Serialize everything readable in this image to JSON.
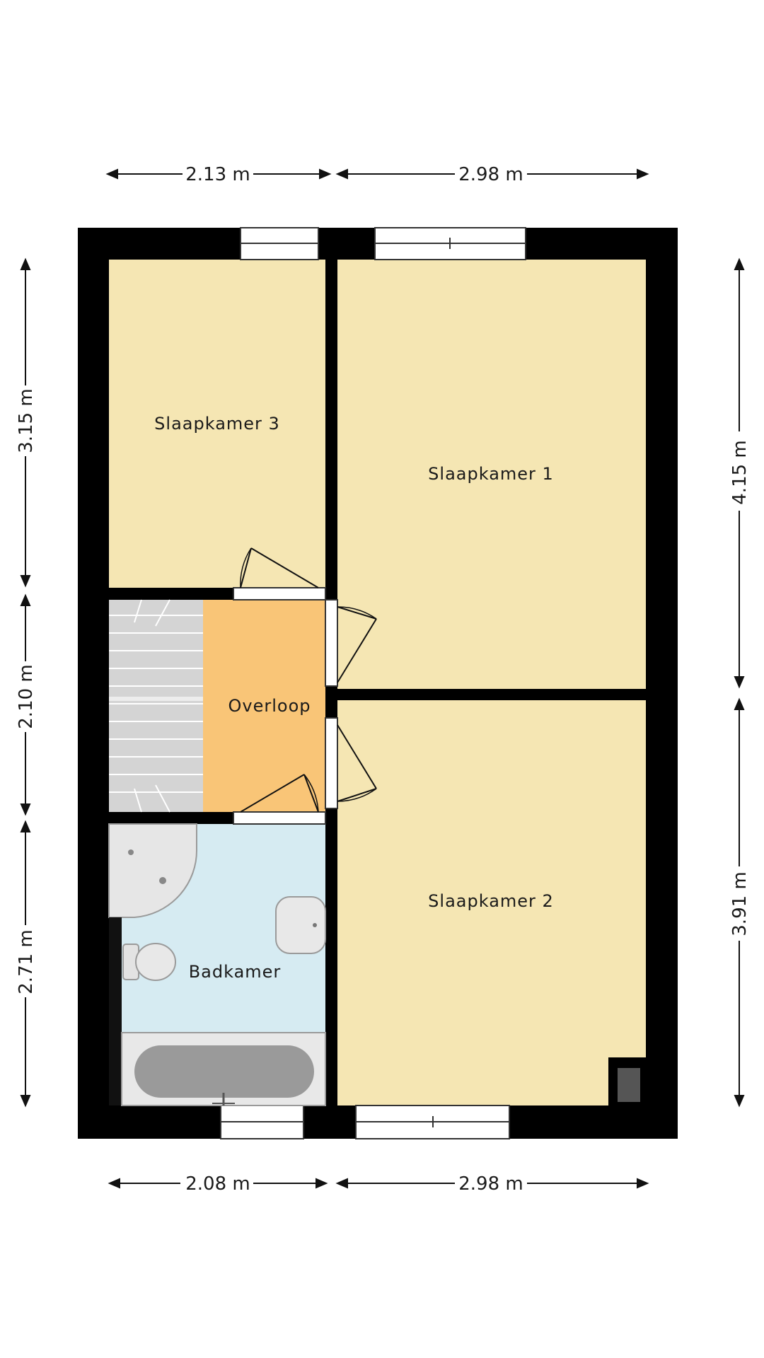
{
  "dimensions": {
    "top_left": "2.13 m",
    "top_right": "2.98 m",
    "bottom_left": "2.08 m",
    "bottom_right": "2.98 m",
    "left_top": "3.15 m",
    "left_middle": "2.10 m",
    "left_bottom": "2.71 m",
    "right_top": "4.15 m",
    "right_bottom": "3.91 m"
  },
  "rooms": {
    "slaapkamer_3": "Slaapkamer 3",
    "slaapkamer_1": "Slaapkamer 1",
    "overloop": "Overloop",
    "slaapkamer_2": "Slaapkamer 2",
    "badkamer": "Badkamer"
  },
  "colors": {
    "bedroom": "#f5e6b3",
    "landing": "#f9c577",
    "bathroom": "#d6ebf2",
    "wall": "#000000",
    "stairs": "#cfcfcf"
  }
}
